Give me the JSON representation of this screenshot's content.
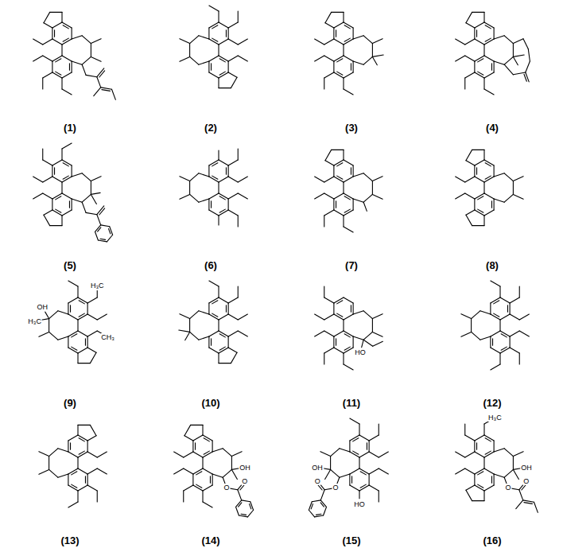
{
  "diagram": {
    "labels": [
      "(1)",
      "(2)",
      "(3)",
      "(4)",
      "(5)",
      "(6)",
      "(7)",
      "(8)",
      "(9)",
      "(10)",
      "(11)",
      "(12)",
      "(13)",
      "(14)",
      "(15)",
      "(16)",
      "H₃C",
      "OH",
      "CH₃",
      "H₃C",
      "HO",
      "O",
      "O",
      "OH",
      "HO",
      "O",
      "O",
      "OH",
      "H₃C",
      "O",
      "O",
      "OH"
    ]
  }
}
